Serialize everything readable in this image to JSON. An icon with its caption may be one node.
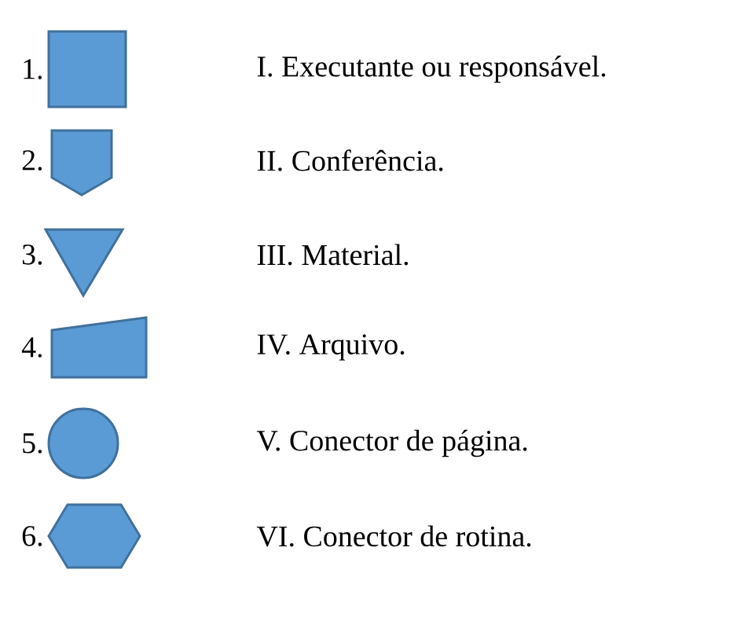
{
  "diagram": {
    "labels": [
      "1.",
      "I. Executante ou responsável.",
      "2.",
      "II. Conferência.",
      "3.",
      "III. Material.",
      "4.",
      "IV. Arquivo.",
      "5.",
      "V. Conector de página.",
      "6.",
      "VI. Conector de rotina."
    ]
  }
}
